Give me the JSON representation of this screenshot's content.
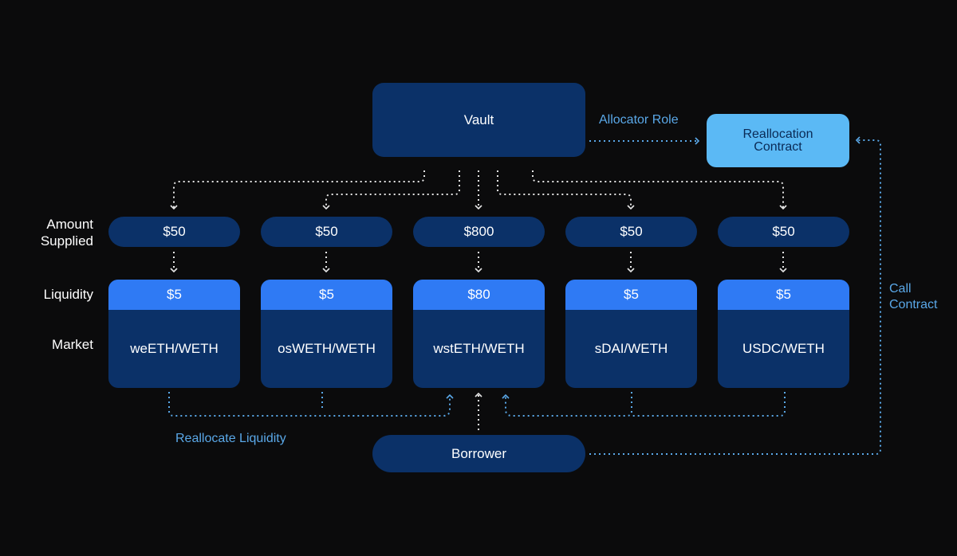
{
  "vault": {
    "label": "Vault"
  },
  "reallocation_contract": {
    "label": "Reallocation Contract"
  },
  "borrower": {
    "label": "Borrower"
  },
  "row_labels": {
    "amount_supplied": "Amount Supplied",
    "liquidity": "Liquidity",
    "market": "Market"
  },
  "edge_labels": {
    "allocator_role": "Allocator Role",
    "call_contract": "Call Contract",
    "reallocate_liquidity": "Reallocate Liquidity"
  },
  "markets": [
    {
      "name": "weETH/WETH",
      "supplied": "$50",
      "liquidity": "$5"
    },
    {
      "name": "osWETH/WETH",
      "supplied": "$50",
      "liquidity": "$5"
    },
    {
      "name": "wstETH/WETH",
      "supplied": "$800",
      "liquidity": "$80"
    },
    {
      "name": "sDAI/WETH",
      "supplied": "$50",
      "liquidity": "$5"
    },
    {
      "name": "USDC/WETH",
      "supplied": "$50",
      "liquidity": "$5"
    }
  ],
  "colors": {
    "background": "#0b0b0c",
    "node_dark_blue": "#0b3168",
    "liquidity_blue": "#2f7af4",
    "contract_light_blue": "#5bb9f5",
    "edge_label_blue": "#5aa8e8"
  }
}
